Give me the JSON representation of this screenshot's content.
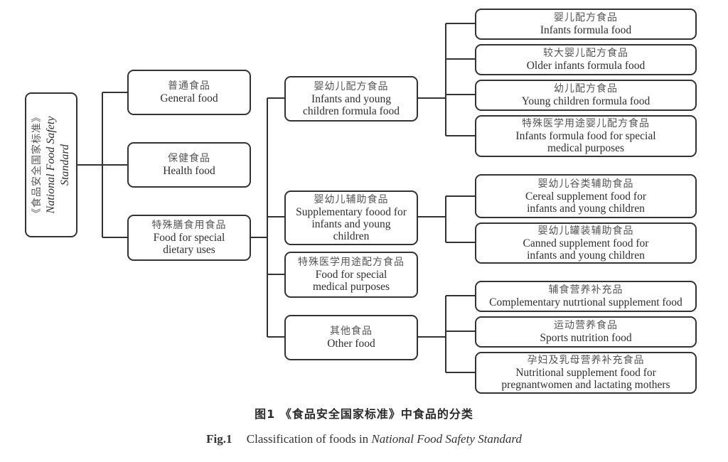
{
  "root": {
    "zh": "《食品安全国家标准》",
    "en_line1": "National Food Safety",
    "en_line2": "Standard"
  },
  "level1": [
    {
      "zh": "普通食品",
      "en": [
        "General food"
      ]
    },
    {
      "zh": "保健食品",
      "en": [
        "Health food"
      ]
    },
    {
      "zh": "特殊膳食用食品",
      "en": [
        "Food for special",
        "dietary uses"
      ]
    }
  ],
  "level2": [
    {
      "zh": "婴幼儿配方食品",
      "en": [
        "Infants and young",
        "children formula food"
      ]
    },
    {
      "zh": "婴幼儿辅助食品",
      "en": [
        "Supplementary foood for",
        "infants and young",
        "children"
      ]
    },
    {
      "zh": "特殊医学用途配方食品",
      "en": [
        "Food for special",
        "medical purposes"
      ]
    },
    {
      "zh": "其他食品",
      "en": [
        "Other food"
      ]
    }
  ],
  "level3": [
    {
      "zh": "婴儿配方食品",
      "en": [
        "Infants formula food"
      ]
    },
    {
      "zh": "较大婴儿配方食品",
      "en": [
        "Older infants formula food"
      ]
    },
    {
      "zh": "幼儿配方食品",
      "en": [
        "Young children formula food"
      ]
    },
    {
      "zh": "特殊医学用途婴儿配方食品",
      "en": [
        "Infants formula food for special",
        "medical purposes"
      ]
    },
    {
      "zh": "婴幼儿谷类辅助食品",
      "en": [
        "Cereal supplement food for",
        "infants and young children"
      ]
    },
    {
      "zh": "婴幼儿罐装辅助食品",
      "en": [
        "Canned supplement food for",
        "infants and young children"
      ]
    },
    {
      "zh": "辅食营养补充品",
      "en": [
        "Complementary nutrtional supplement food"
      ]
    },
    {
      "zh": "运动营养食品",
      "en": [
        "Sports nutrition food"
      ]
    },
    {
      "zh": "孕妇及乳母营养补充食品",
      "en": [
        "Nutritional supplement food for",
        "pregnantwomen and lactating mothers"
      ]
    }
  ],
  "caption": {
    "zh": "图1 《食品安全国家标准》中食品的分类",
    "fig_label": "Fig.1",
    "en_plain": "Classification of foods in",
    "en_italic": "National Food Safety Standard"
  },
  "colors": {
    "line": "#333333",
    "text": "#2e2e2e",
    "zh_text": "#555555"
  }
}
